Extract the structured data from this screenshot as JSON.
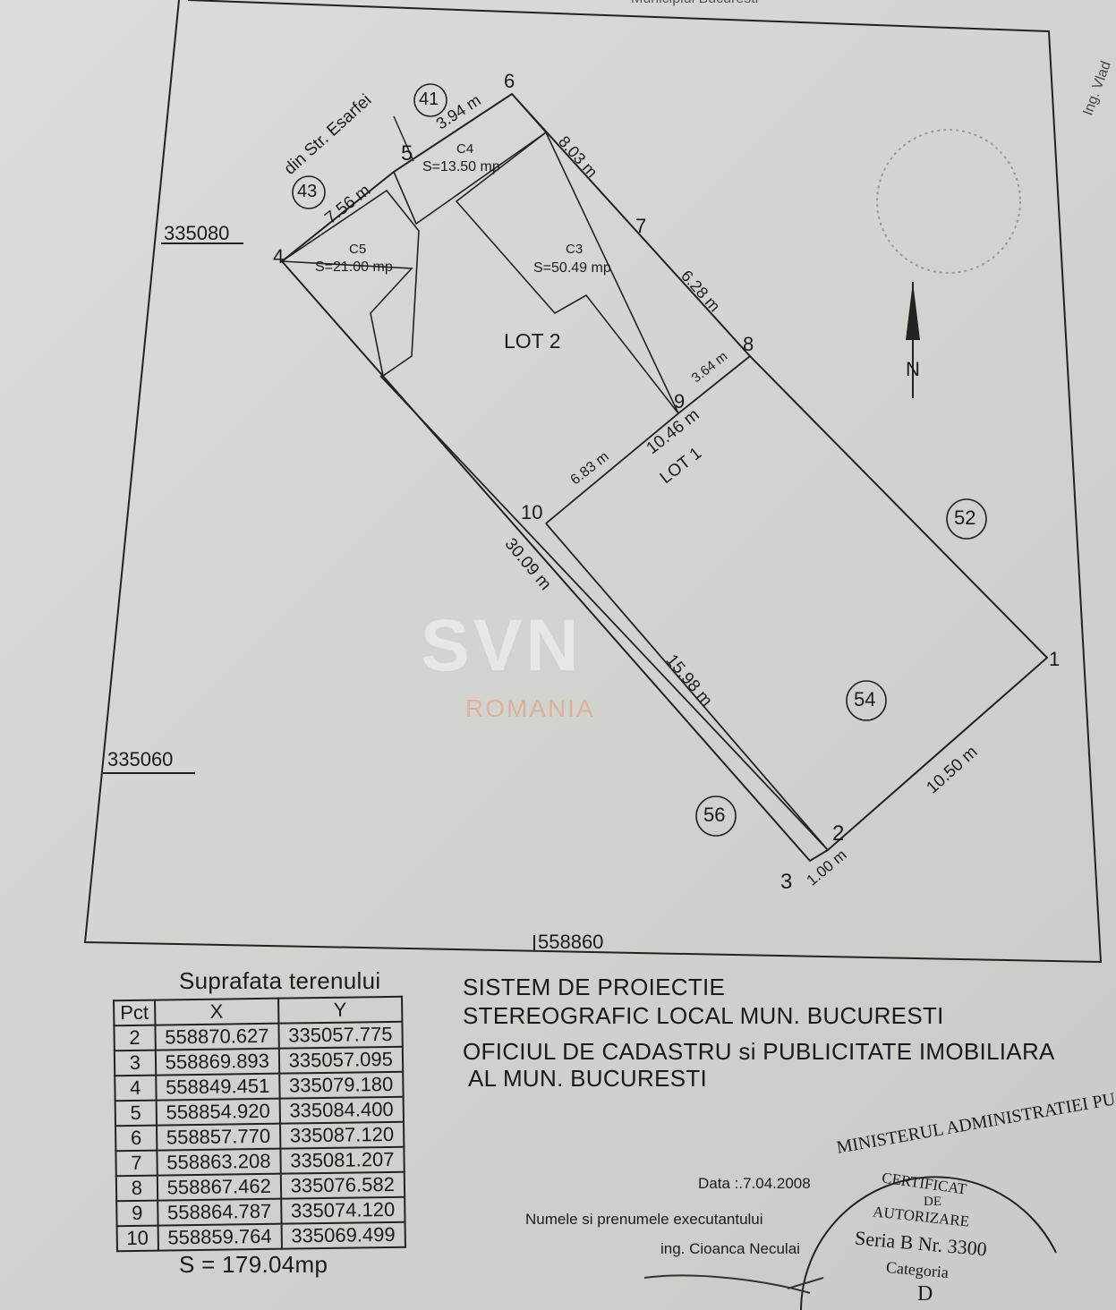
{
  "header_cut": "Municipiul Bucuresti",
  "plan": {
    "grid_labels": {
      "y1": "335080",
      "y2": "335060",
      "x1": "558860"
    },
    "street": "din Str. Esarfei",
    "neighbors": [
      "41",
      "43",
      "52",
      "54",
      "56"
    ],
    "points": [
      "1",
      "2",
      "3",
      "4",
      "5",
      "6",
      "7",
      "8",
      "9",
      "10"
    ],
    "distances": [
      "3.94 m",
      "7.56 m",
      "8.03 m",
      "6.28 m",
      "3.64 m",
      "10.46 m",
      "6.83 m",
      "30.09 m",
      "15.98 m",
      "10.50 m",
      "1.00 m"
    ],
    "buildings": [
      {
        "name": "C4",
        "area": "S=13.50 mp"
      },
      {
        "name": "C5",
        "area": "S=21.00 mp"
      },
      {
        "name": "C3",
        "area": "S=50.49 mp"
      }
    ],
    "lots": [
      "LOT 2",
      "LOT 1"
    ],
    "north": "N",
    "side_note": "Ing. Vlad"
  },
  "watermark": {
    "brand": "SVN",
    "sub": "ROMANIA"
  },
  "table": {
    "title": "Suprafata terenului",
    "headers": [
      "Pct",
      "X",
      "Y"
    ],
    "rows": [
      [
        "2",
        "558870.627",
        "335057.775"
      ],
      [
        "3",
        "558869.893",
        "335057.095"
      ],
      [
        "4",
        "558849.451",
        "335079.180"
      ],
      [
        "5",
        "558854.920",
        "335084.400"
      ],
      [
        "6",
        "558857.770",
        "335087.120"
      ],
      [
        "7",
        "558863.208",
        "335081.207"
      ],
      [
        "8",
        "558867.462",
        "335076.582"
      ],
      [
        "9",
        "558864.787",
        "335074.120"
      ],
      [
        "10",
        "558859.764",
        "335069.499"
      ]
    ],
    "total": "S = 179.04mp"
  },
  "info": {
    "line1": "SISTEM DE PROIECTIE",
    "line2": "STEREOGRAFIC LOCAL MUN. BUCURESTI",
    "line3": "OFICIUL DE CADASTRU si PUBLICITATE IMOBILIARA",
    "line4": "AL MUN. BUCURESTI"
  },
  "signature": {
    "date": "Data :.7.04.2008",
    "executant_label": "Numele si prenumele executantului",
    "executant": "ing. Cioanca Neculai"
  },
  "stamp": {
    "ring": "MINISTERUL ADMINISTRATIEI PU",
    "l1": "CERTIFICAT",
    "l2": "DE",
    "l3": "AUTORIZARE",
    "l4": "Seria B Nr. 3300",
    "l5": "Categoria",
    "l6": "D"
  }
}
